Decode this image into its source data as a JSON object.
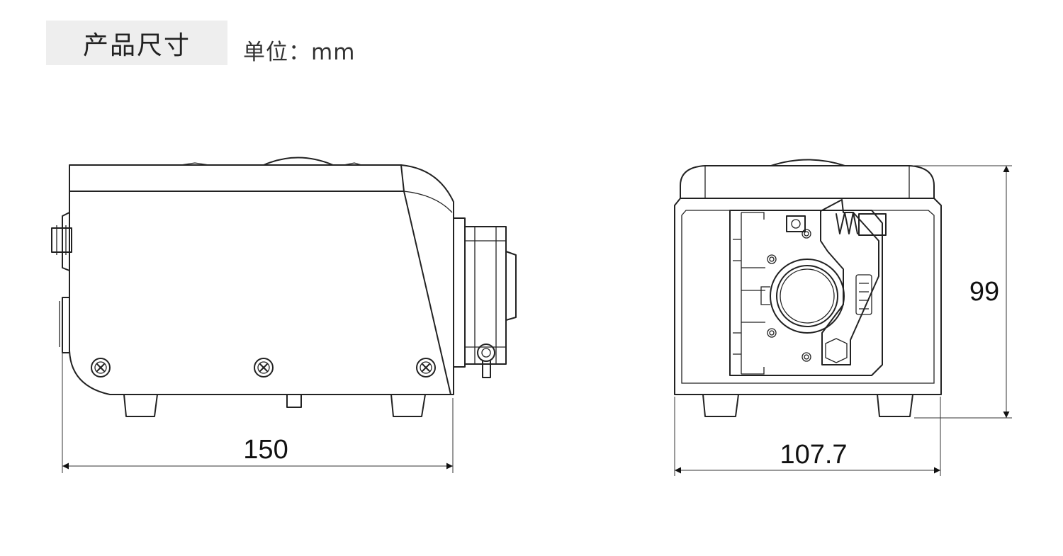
{
  "header": {
    "title": "产品尺寸",
    "unit": "单位：mm"
  },
  "dimensions": {
    "side_width": "150",
    "front_width": "107.7",
    "front_height": "99"
  },
  "colors": {
    "line": "#222222",
    "title_bg": "#eeeeee"
  }
}
